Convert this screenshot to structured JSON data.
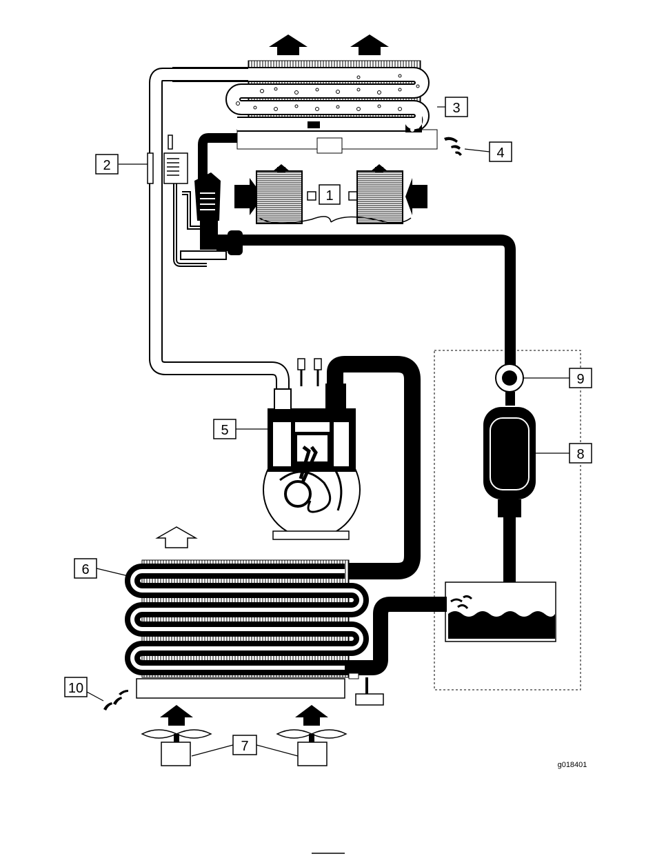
{
  "figure": {
    "callouts": [
      "1",
      "2",
      "3",
      "4",
      "5",
      "6",
      "7",
      "8",
      "9",
      "10"
    ],
    "figure_id": "g018401"
  },
  "colors": {
    "refrigerant_liquid": "#000000",
    "refrigerant_vapor_outline": "#000000",
    "background": "#ffffff"
  }
}
